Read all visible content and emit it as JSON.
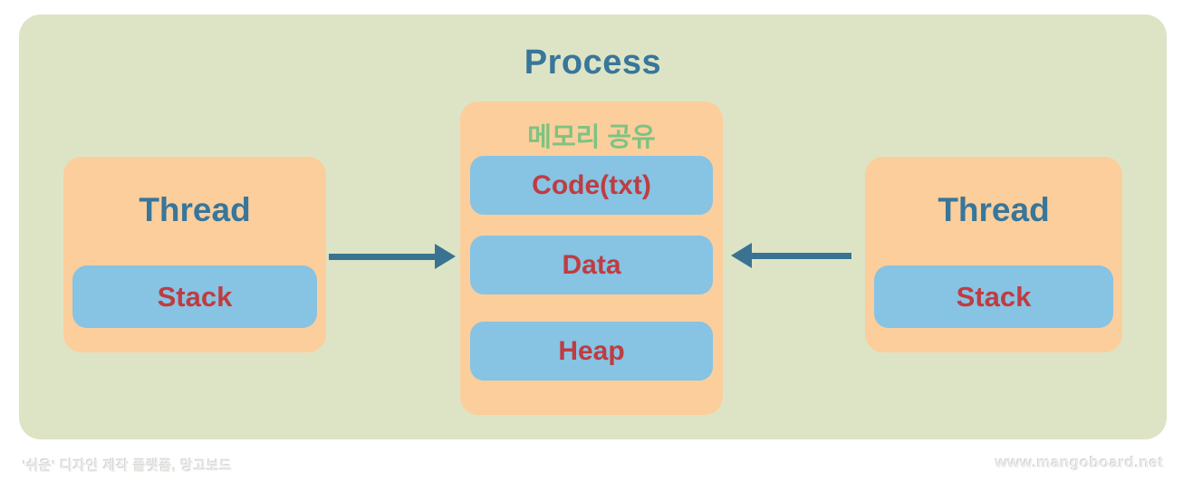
{
  "colors": {
    "canvas_bg": "#ffffff",
    "process_bg": "#dde4c5",
    "box_orange": "#fbce9c",
    "pill_blue": "#87c3e3",
    "teal_text_and_arrows": "#38769a",
    "red_text": "#bf3c41",
    "green_title_text": "#7dc382",
    "watermark": "#efeeec"
  },
  "diagram": {
    "title": "Process",
    "memory": {
      "title": "메모리 공유",
      "segments": [
        "Code(txt)",
        "Data",
        "Heap"
      ]
    },
    "threads": [
      {
        "label": "Thread",
        "sub": "Stack"
      },
      {
        "label": "Thread",
        "sub": "Stack"
      }
    ],
    "arrows": [
      {
        "name": "left-thread-to-memory",
        "direction": "right"
      },
      {
        "name": "right-thread-to-memory",
        "direction": "left"
      }
    ]
  },
  "footer": {
    "left": "'쉬운' 디자인 제작 플랫폼, 망고보드",
    "right": "www.mangoboard.net"
  }
}
